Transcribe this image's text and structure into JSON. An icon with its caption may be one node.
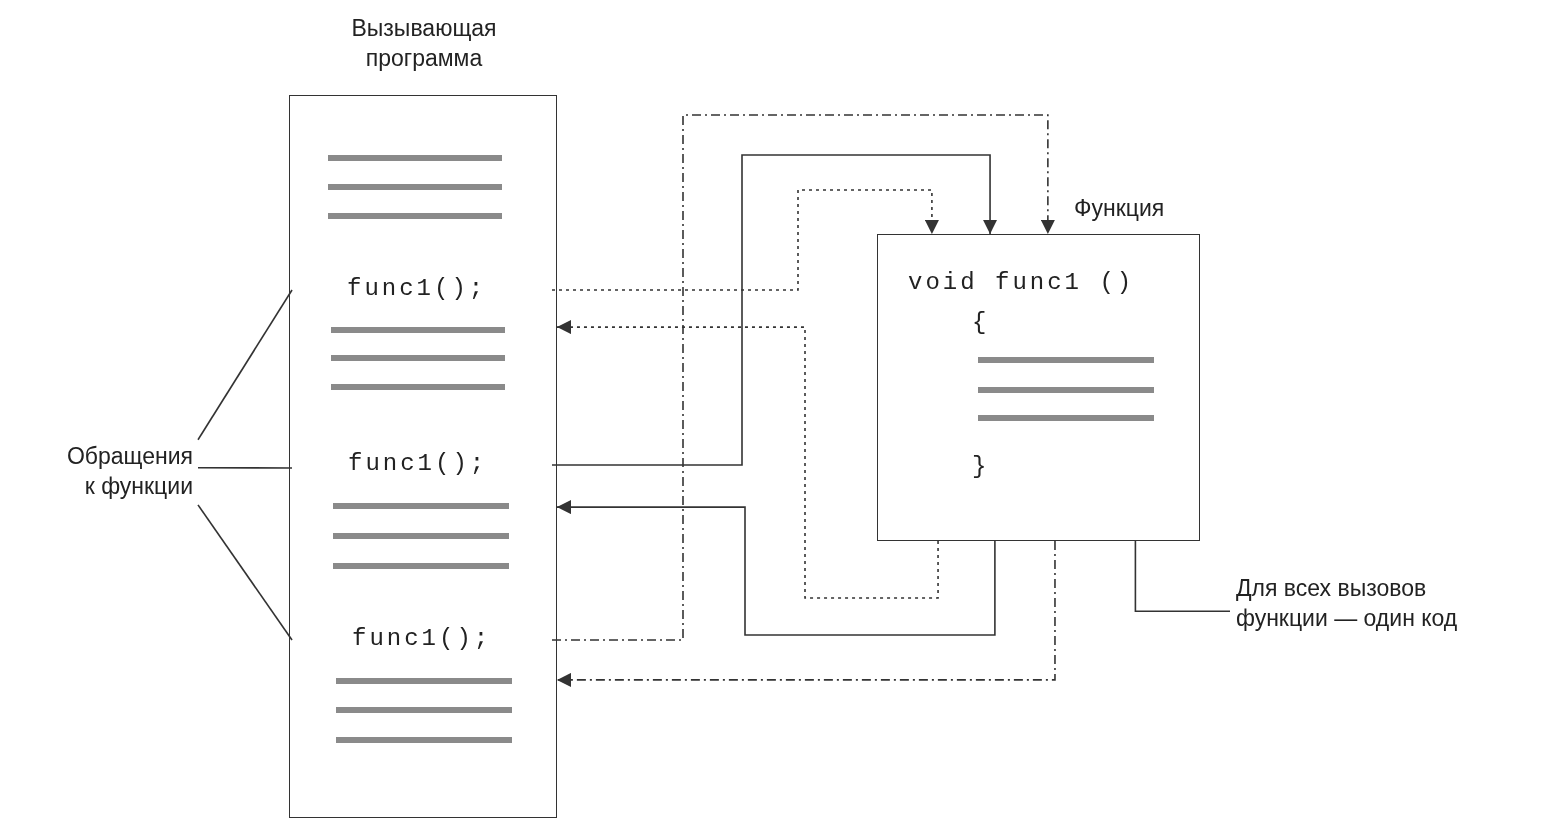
{
  "diagram": {
    "nodes": [
      {
        "text": [
          "Вызывающая программа"
        ]
      },
      {
        "text": [
          "func1();"
        ],
        "in": 0
      },
      {
        "text": [
          "func1();"
        ],
        "in": 0
      },
      {
        "text": [
          "func1();"
        ],
        "in": 0
      },
      {
        "text": [
          "Функция",
          "void func1 ()",
          "{",
          "}"
        ]
      },
      {
        "text": [
          "Обращения к функции"
        ]
      },
      {
        "text": [
          "Для всех вызовов функции — один код"
        ]
      }
    ],
    "edges": [
      {
        "from": 1,
        "to": 4,
        "arrow": "to",
        "style": "dashed"
      },
      {
        "from": 4,
        "to": 0,
        "arrow": "to",
        "style": "dashed"
      },
      {
        "from": 2,
        "to": 4,
        "arrow": "to"
      },
      {
        "from": 4,
        "to": 0,
        "arrow": "to"
      },
      {
        "from": 3,
        "to": 4,
        "arrow": "to",
        "style": "dashed"
      },
      {
        "from": 4,
        "to": 0,
        "arrow": "to",
        "style": "dashed"
      },
      {
        "from": 5,
        "to": 1,
        "arrow": "none"
      },
      {
        "from": 5,
        "to": 2,
        "arrow": "none"
      },
      {
        "from": 5,
        "to": 3,
        "arrow": "none"
      },
      {
        "from": 6,
        "to": 4,
        "arrow": "none"
      }
    ]
  }
}
